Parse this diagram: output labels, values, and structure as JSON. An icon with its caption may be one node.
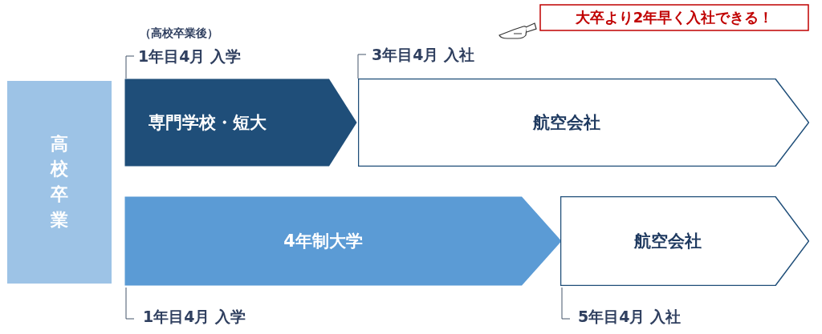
{
  "diagram": {
    "nodes": [
      {
        "text": [
          "高校卒業"
        ]
      },
      {
        "text": [
          "専門学校・短大"
        ]
      },
      {
        "text": [
          "航空会社"
        ]
      },
      {
        "text": [
          "4年制大学"
        ]
      },
      {
        "text": [
          "航空会社"
        ]
      },
      {
        "text": [
          "大卒より2年早く入社できる！"
        ]
      }
    ],
    "labels": [
      "（高校卒業後）",
      "1年目4月 入学",
      "3年目4月 入社",
      "1年目4月 入学",
      "5年目4月 入社"
    ]
  }
}
